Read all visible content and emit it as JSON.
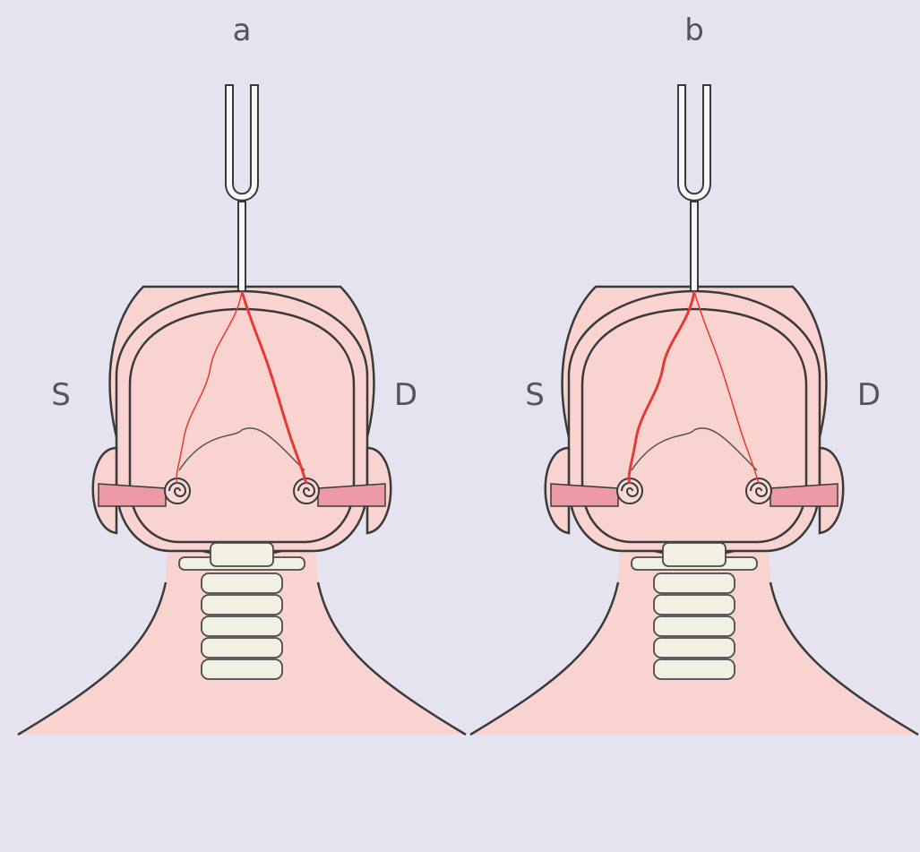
{
  "panels": [
    {
      "label": "a",
      "left_label": "S",
      "right_label": "D"
    },
    {
      "label": "b",
      "left_label": "S",
      "right_label": "D"
    }
  ],
  "colors": {
    "background": "#e6e3f0",
    "skin": "#f8d3cf",
    "skin_dark": "#efb3b3",
    "outline": "#3a3a3a",
    "bone": "#f2f0e2",
    "sound_path": "#e53935",
    "ear_canal": "#ee9aa6"
  }
}
